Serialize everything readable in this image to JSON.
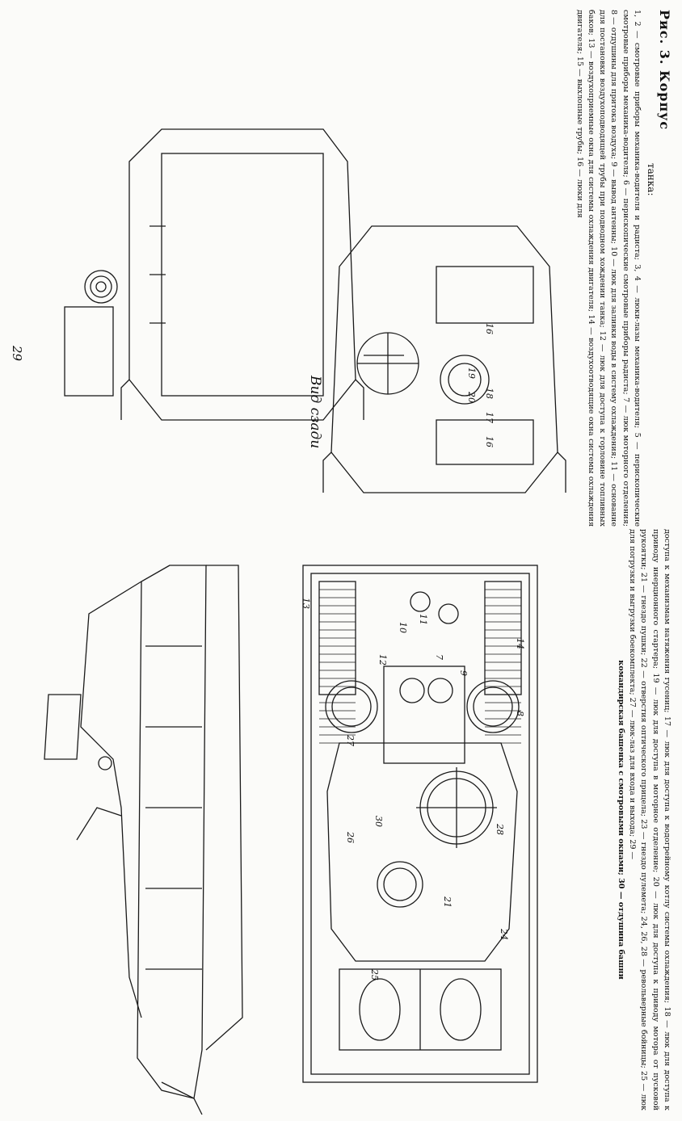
{
  "figure": {
    "title": "Рис. 3. Корпус",
    "subtitle": "танка:",
    "caption_right": "1, 2 — смотровые приборы механика-водителя и радиста; 3, 4 — люки-лазы механика-водителя; 5 — перископические смотровые приборы механика-водителя; 6 — перископические смотровые приборы радиста; 7 — люк моторного отделения; 8 — отдушины для притока воздуха; 9 — вывод антенны; 10 — люк для заливки воды в систему охлаждения; 11 — основание для постановки воздухоподводящей трубы при подводном хождении танка; 12 — люк для доступа к горловине топливных баков; 13 — воздухоприемные окна для системы охлаждения двигателя; 14 — воздухоотводящие окна системы охлаждения двигателя; 15 — выхлопные трубы; 16 — люки для",
    "caption_bottom": "доступа к механизмам натяжения гусениц; 17 — люк для доступа к водогрейному котлу системы охлаждения; 18 — люк для доступа к приводу инерционного стартера; 19 — люк для доступа в моторное отделение; 20 — люк для доступа к приводу мотора от пусковой рукоятки; 21 — гнездо пушки; 22 — отверстия оптического прицела; 23 — гнездо пулемета; 24, 26, 28 — револьверные бойницы; 25 — люк для погрузки и выгрузки боекомплекта; 27 — люк-лаз для входа и выхода; 29 —",
    "caption_last": "командирская башенка с смотровыми окнами; 30 — отдушина башни"
  },
  "drawing_labels": {
    "rear_view": "Вид сзади",
    "n29": "29",
    "n16a": "16",
    "n17": "17",
    "n18": "18",
    "n19": "19",
    "n20": "20",
    "n16b": "16",
    "n13": "13",
    "n14": "14",
    "n8": "8",
    "n12": "12",
    "n10": "10",
    "n11": "11",
    "n9": "9",
    "n7": "7",
    "n27": "27",
    "n30": "30",
    "n26": "26",
    "n21": "21",
    "n28": "28",
    "n25": "25",
    "n24": "24"
  },
  "colors": {
    "ink": "#1a1a1a",
    "paper": "#fbfbf9"
  }
}
